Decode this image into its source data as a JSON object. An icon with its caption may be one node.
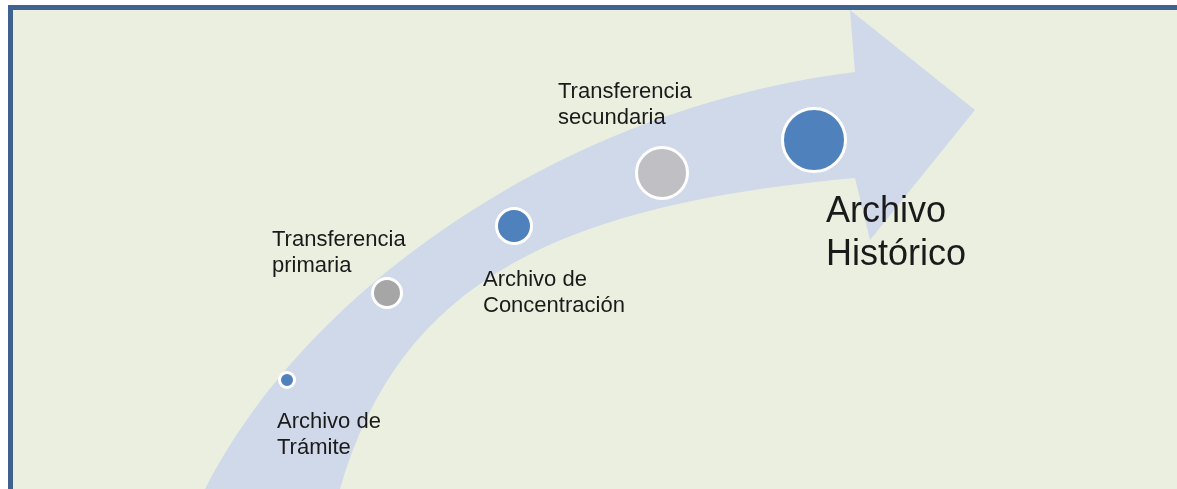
{
  "diagram": {
    "nodes": [
      {
        "text": [
          "Archivo de Trámite"
        ]
      },
      {
        "text": [
          "Transferencia primaria"
        ]
      },
      {
        "text": [
          "Archivo de Concentración"
        ]
      },
      {
        "text": [
          "Transferencia secundaria"
        ]
      },
      {
        "text": [
          "Archivo Histórico"
        ]
      }
    ]
  }
}
